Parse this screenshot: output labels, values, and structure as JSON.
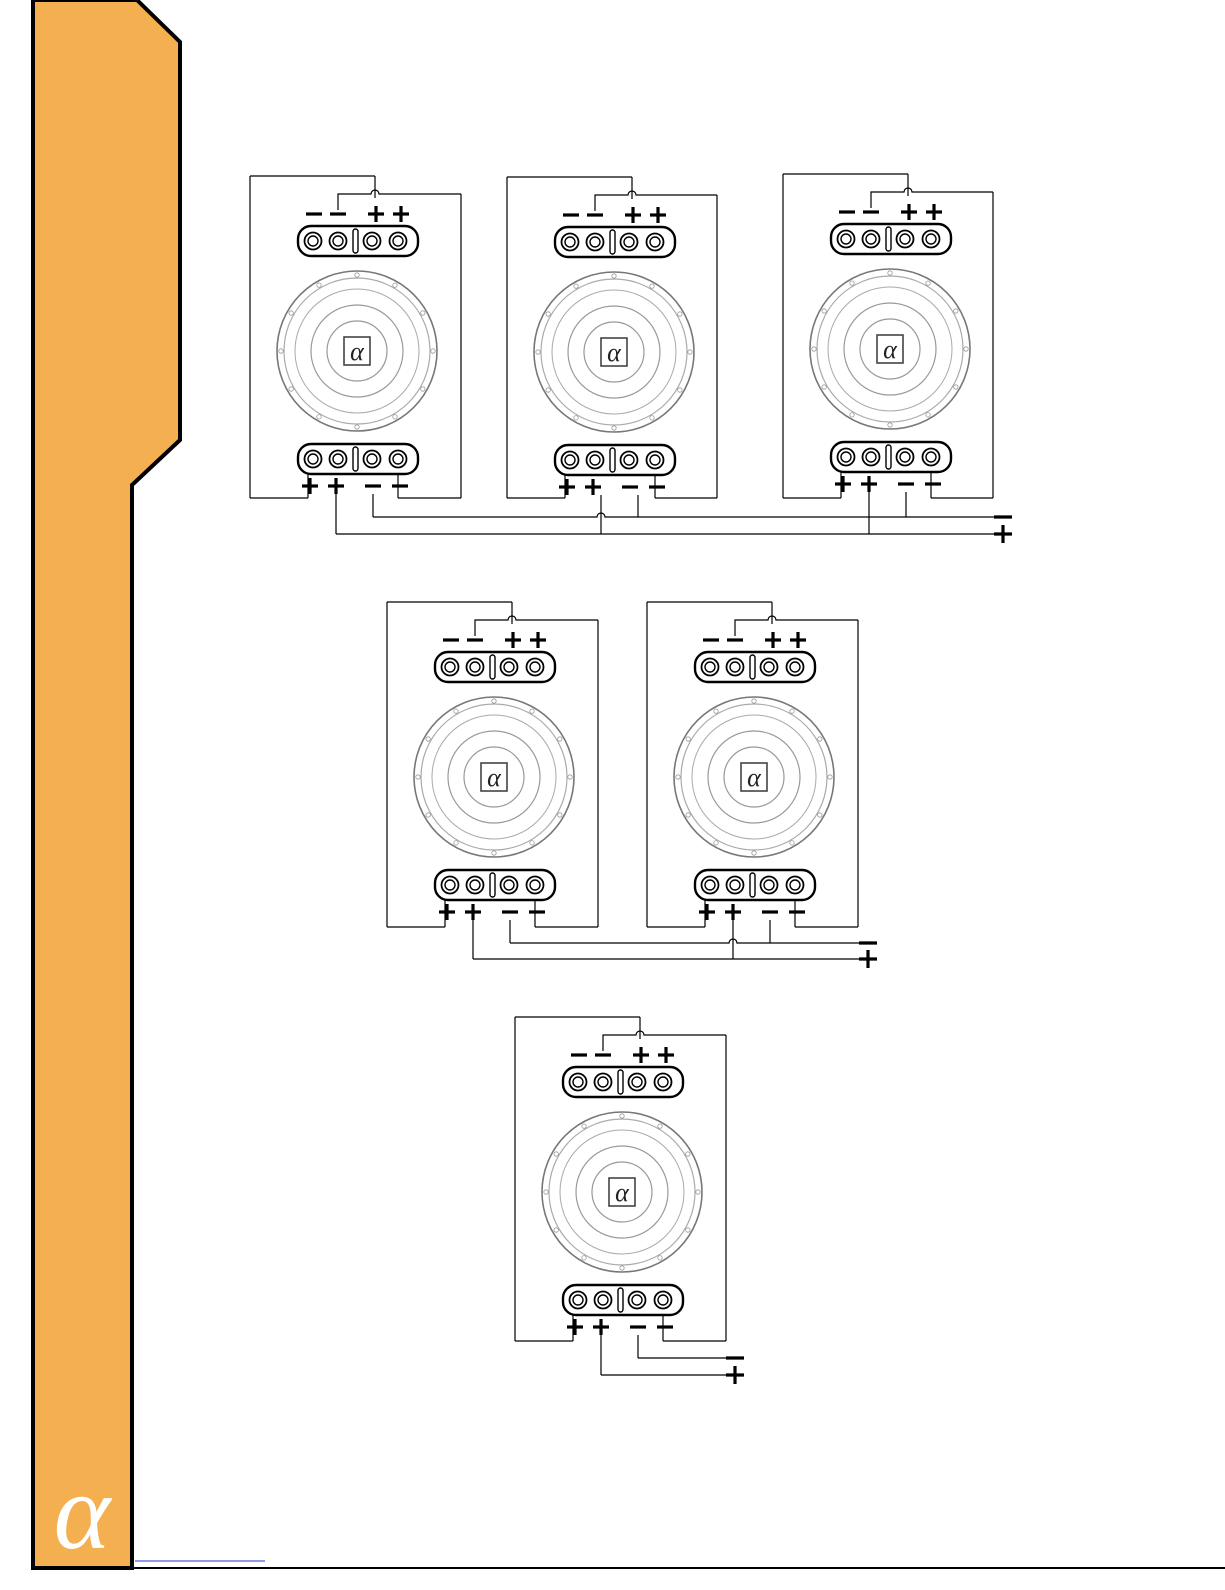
{
  "sidebar": {
    "fill_color": "#f4af50",
    "logo_symbol": "α",
    "logo_color": "#ffffff"
  },
  "wire_color": "#000000",
  "terminal_signs": {
    "minus": "−",
    "plus": "+"
  },
  "woofer_badge": "α",
  "diagrams": [
    {
      "id": "three-woofer-wiring",
      "woofer_count": 3,
      "output_labels": [
        "−",
        "+"
      ]
    },
    {
      "id": "two-woofer-wiring",
      "woofer_count": 2,
      "output_labels": [
        "−",
        "+"
      ]
    },
    {
      "id": "one-woofer-wiring",
      "woofer_count": 1,
      "output_labels": [
        "−",
        "+"
      ]
    }
  ]
}
